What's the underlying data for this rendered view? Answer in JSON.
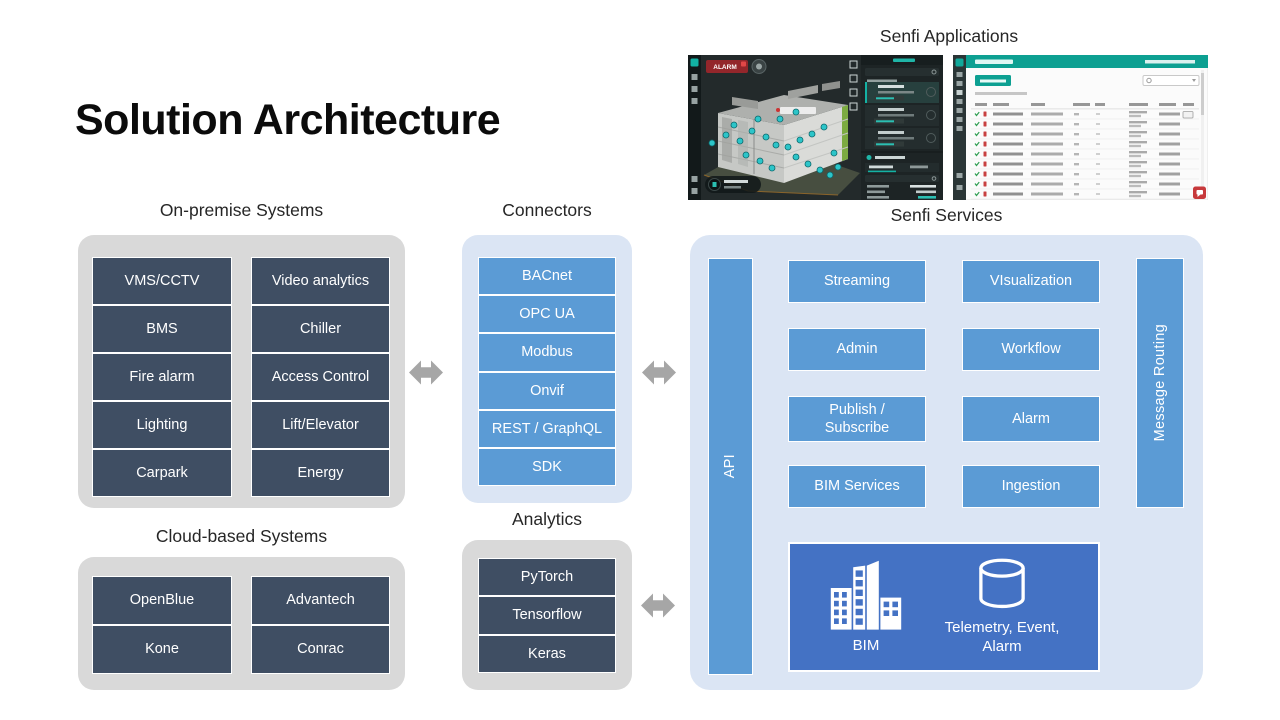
{
  "title": "Solution Architecture",
  "palette": {
    "dark_slate": "#3F4E63",
    "accent_blue": "#5B9BD5",
    "panel_light_blue": "#DBE5F4",
    "panel_gray": "#D9D9D9",
    "store_blue": "#4472C4",
    "arrow_gray": "#A6A6A6",
    "app_teal": "#0DA092",
    "alert_red": "#C7393B"
  },
  "on_premise": {
    "label": "On-premise Systems",
    "col1": [
      "VMS/CCTV",
      "BMS",
      "Fire alarm",
      "Lighting",
      "Carpark"
    ],
    "col2": [
      "Video analytics",
      "Chiller",
      "Access Control",
      "Lift/Elevator",
      "Energy"
    ]
  },
  "connectors": {
    "label": "Connectors",
    "items": [
      "BACnet",
      "OPC UA",
      "Modbus",
      "Onvif",
      "REST / GraphQL",
      "SDK"
    ]
  },
  "cloud": {
    "label": "Cloud-based Systems",
    "col1": [
      "OpenBlue",
      "Kone"
    ],
    "col2": [
      "Advantech",
      "Conrac"
    ]
  },
  "analytics": {
    "label": "Analytics",
    "items": [
      "PyTorch",
      "Tensorflow",
      "Keras"
    ]
  },
  "applications": {
    "label": "Senfi Applications",
    "viewer": {
      "alarm_badge": "ALARM"
    }
  },
  "services": {
    "label": "Senfi Services",
    "api_label": "API",
    "routing_label": "Message Routing",
    "grid": [
      "Streaming",
      "VIsualization",
      "Admin",
      "Workflow",
      "Publish / Subscribe",
      "Alarm",
      "BIM Services",
      "Ingestion"
    ],
    "store": {
      "bim_label": "BIM",
      "telemetry_label": "Telemetry, Event, Alarm"
    }
  }
}
